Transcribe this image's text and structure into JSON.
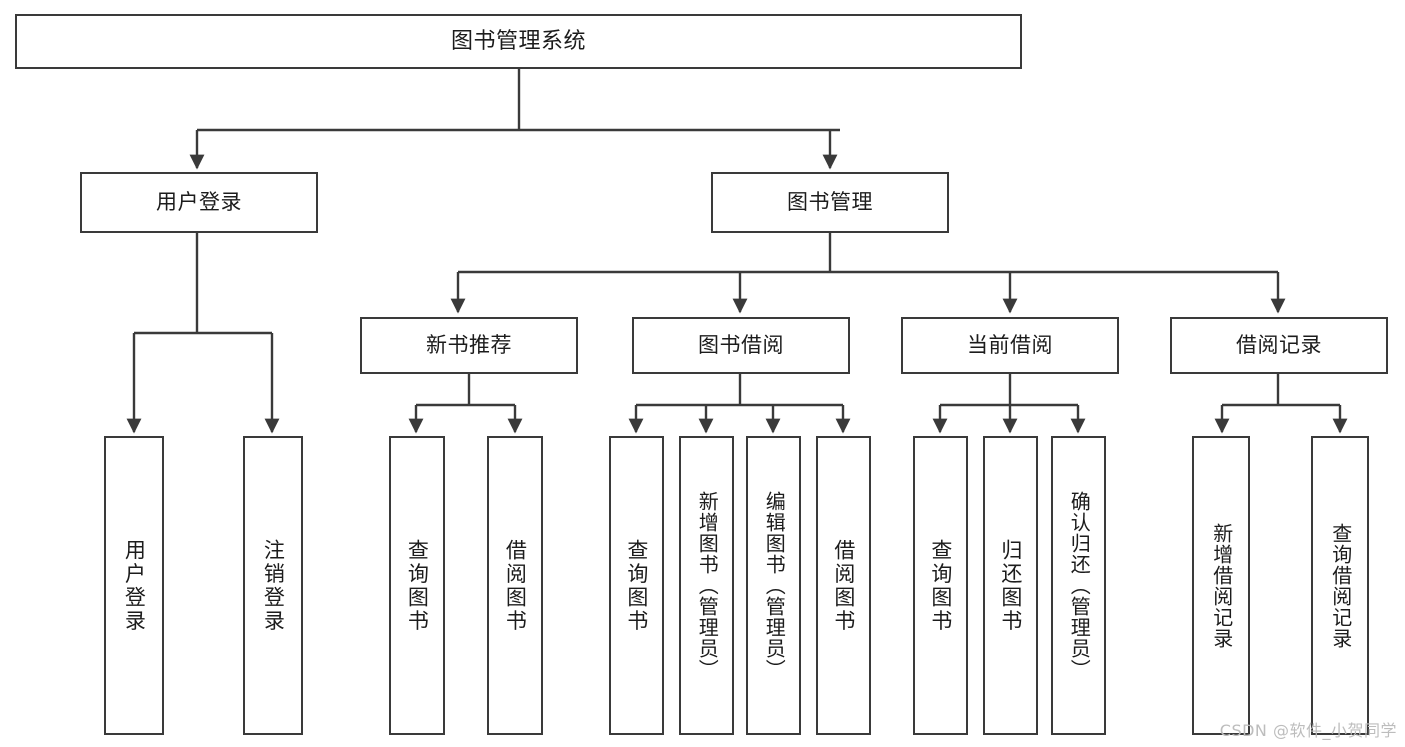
{
  "diagram": {
    "type": "tree-hierarchy",
    "title": "图书管理系统",
    "watermark": "CSDN @软件_小贺同学",
    "colors": {
      "stroke": "#3a3a3a",
      "fill": "#ffffff",
      "text": "#1c1c1c",
      "watermark": "#bdbdbd"
    },
    "root": {
      "label": "图书管理系统"
    },
    "level2": [
      {
        "label": "用户登录"
      },
      {
        "label": "图书管理"
      }
    ],
    "level3": [
      {
        "label": "新书推荐"
      },
      {
        "label": "图书借阅"
      },
      {
        "label": "当前借阅"
      },
      {
        "label": "借阅记录"
      }
    ],
    "leaves": {
      "user_login": [
        {
          "label": "用户登录"
        },
        {
          "label": "注销登录"
        }
      ],
      "new_book": [
        {
          "label": "查询图书"
        },
        {
          "label": "借阅图书"
        }
      ],
      "book_borrow": [
        {
          "label": "查询图书"
        },
        {
          "label": "新增图书（管理员）"
        },
        {
          "label": "编辑图书（管理员）"
        },
        {
          "label": "借阅图书"
        }
      ],
      "current_borrow": [
        {
          "label": "查询图书"
        },
        {
          "label": "归还图书"
        },
        {
          "label": "确认归还（管理员）"
        }
      ],
      "borrow_record": [
        {
          "label": "新增借阅记录"
        },
        {
          "label": "查询借阅记录"
        }
      ]
    }
  }
}
